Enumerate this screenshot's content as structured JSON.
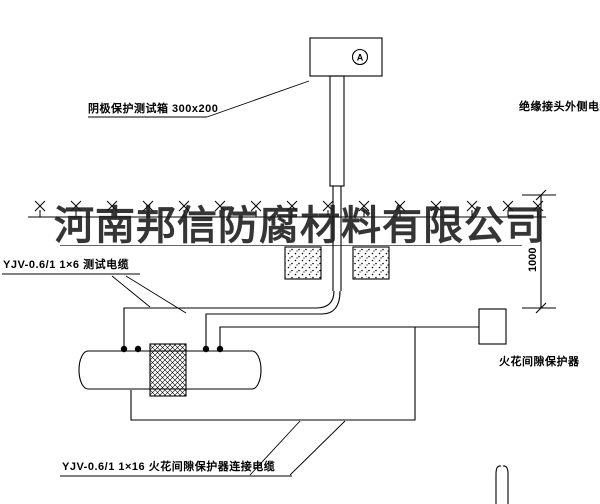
{
  "watermark": "河南邦信防腐材料有限公司",
  "labels": {
    "test_box": "阴极保护测试箱 300x200",
    "outer_cable": "绝缘接头外侧电缆",
    "test_cable": "YJV-0.6/1 1×6  测试电缆",
    "dimension_1000": "1000",
    "spark_gap": "火花间隙保护器",
    "connect_cable": "YJV-0.6/1 1×16  火花间隙保护器连接电缆",
    "ammeter": "A"
  },
  "colors": {
    "line": "#000000",
    "background": "#ffffff",
    "watermark": "#191919"
  }
}
